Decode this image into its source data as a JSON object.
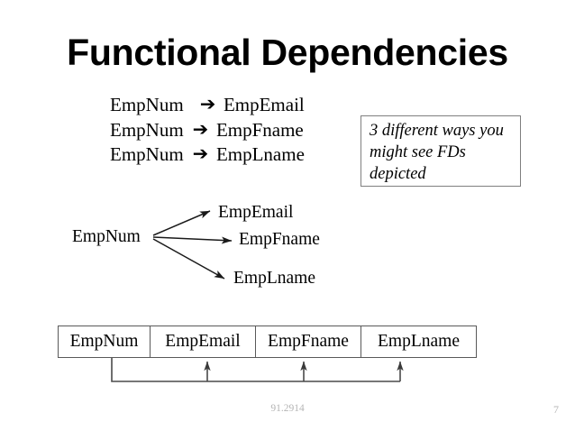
{
  "slide": {
    "title": "Functional Dependencies",
    "footer_code": "91.2914",
    "page_number": "7",
    "background_color": "#ffffff",
    "text_color": "#000000",
    "muted_color": "#b5b5b5",
    "rule_color": "#595959",
    "callout_border_color": "#7f7f7f"
  },
  "fd_list": {
    "arrow_glyph": "➔",
    "rows": [
      {
        "lhs": "EmpNum",
        "arrow": "➔",
        "rhs": "EmpEmail"
      },
      {
        "lhs": "EmpNum",
        "arrow": "➔",
        "rhs": "EmpFname"
      },
      {
        "lhs": "EmpNum",
        "arrow": "➔",
        "rhs": "EmpLname"
      }
    ]
  },
  "callout": {
    "text": "3 different ways you might see FDs depicted"
  },
  "fan_diagram": {
    "source": "EmpNum",
    "targets": [
      "EmpEmail",
      "EmpFname",
      "EmpLname"
    ]
  },
  "relation_table": {
    "columns": [
      "EmpNum",
      "EmpEmail",
      "EmpFname",
      "EmpLname"
    ]
  }
}
